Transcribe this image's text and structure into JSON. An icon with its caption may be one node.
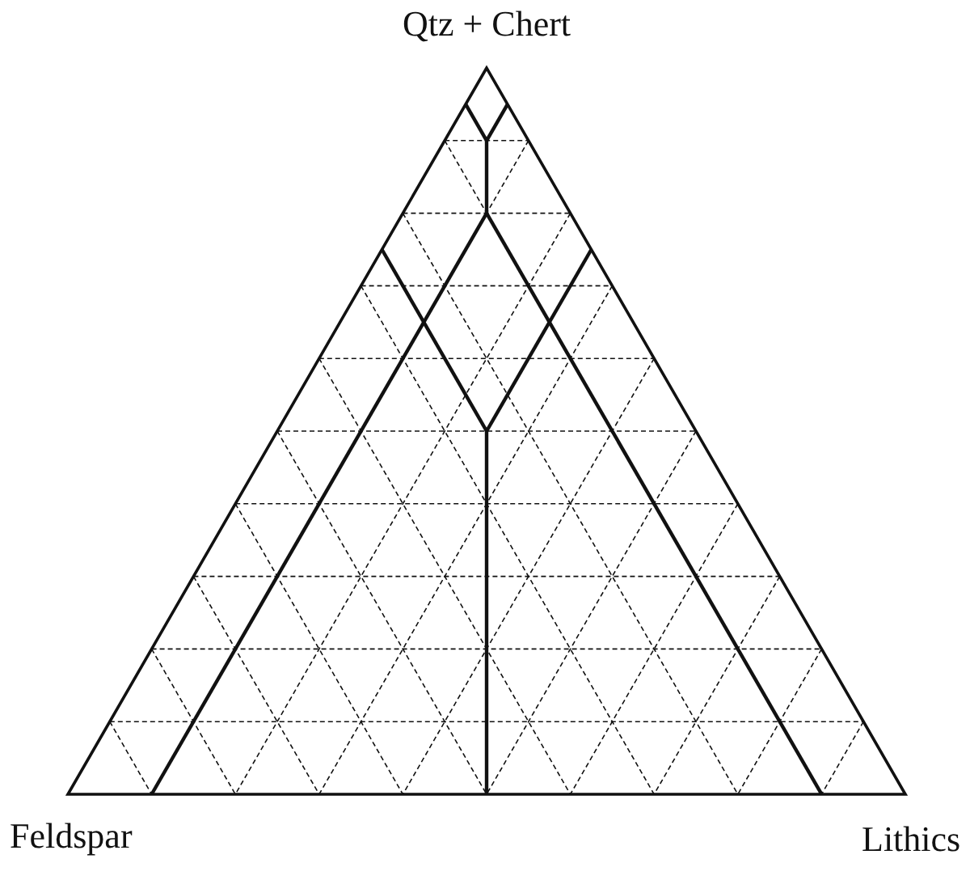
{
  "diagram": {
    "labels": [
      "Qtz + Chert",
      "Feldspar",
      "Lithics"
    ]
  }
}
